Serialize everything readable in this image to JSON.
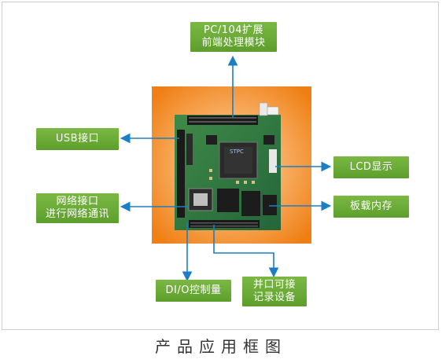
{
  "labels": {
    "pc104": "PC/104扩展",
    "front_end": "前端处理模块",
    "usb": "USB接口",
    "network": "网络接口",
    "network_comm": "进行网络通讯",
    "lcd": "LCD显示",
    "memory": "板载内存",
    "dio": "DI/O控制量",
    "parallel": "并口可接",
    "recording": "记录设备"
  },
  "caption": "产品应用框图",
  "colors": {
    "label_green": "#6aab35",
    "arrow_blue": "#1c7ec4",
    "orange_bg": "#f28a1e",
    "pcb_green": "#2f7a3c"
  }
}
